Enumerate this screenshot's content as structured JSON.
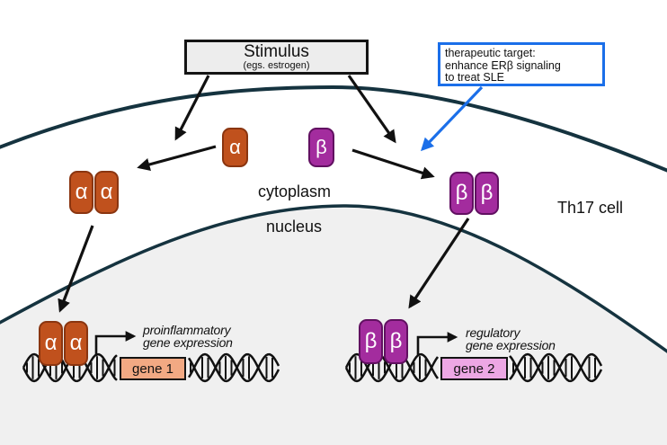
{
  "stimulus_box": {
    "title": "Stimulus",
    "subtitle": "(egs. estrogen)"
  },
  "therapeutic_box": {
    "line1": "therapeutic target:",
    "line2": "enhance ERβ signaling",
    "line3": "to treat SLE"
  },
  "compartments": {
    "cytoplasm": "cytoplasm",
    "nucleus": "nucleus"
  },
  "cell_label": "Th17 cell",
  "receptors": {
    "alpha": "α",
    "beta": "β"
  },
  "gene1": {
    "label": "gene 1",
    "annotation_line1": "proinflammatory",
    "annotation_line2": "gene expression"
  },
  "gene2": {
    "label": "gene 2",
    "annotation_line1": "regulatory",
    "annotation_line2": "gene expression"
  },
  "colors": {
    "er_alpha_fill": "#c0511d",
    "er_alpha_border": "#8a3510",
    "er_beta_fill": "#a32c9e",
    "er_beta_border": "#611061",
    "membrane": "#15333f",
    "nucleus_fill": "#f0f0f0",
    "gene1_fill": "#f2a983",
    "gene2_fill": "#eda7e4",
    "stimulus_fill": "#ededed",
    "stimulus_border": "#141414",
    "therapeutic_accent": "#1b6fe9",
    "arrow": "#111111",
    "dna": "#111111"
  }
}
